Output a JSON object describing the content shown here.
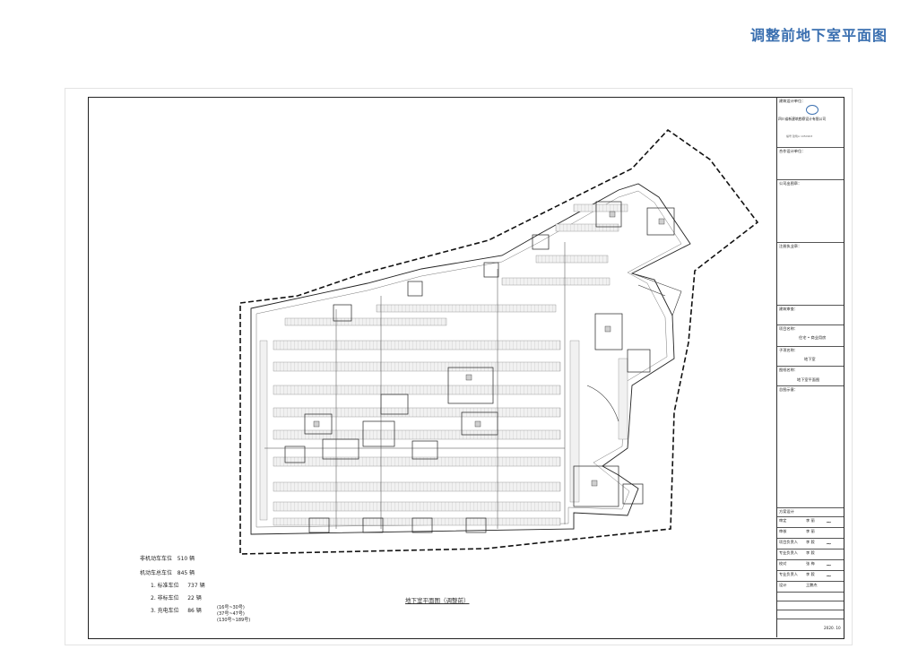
{
  "page": {
    "title": "调整前地下室平面图"
  },
  "plan": {
    "caption": "地下室平面图（调整前）"
  },
  "stats": [
    {
      "label": "非机动车车位",
      "value": "510",
      "unit": "辆"
    },
    {
      "label": "机动车总车位",
      "value": "845",
      "unit": "辆"
    },
    {
      "label": "1. 标准车位",
      "value": "737",
      "unit": "辆"
    },
    {
      "label": "2. 非标车位",
      "value": "22",
      "unit": "辆"
    },
    {
      "label": "3. 充电车位",
      "value": "86",
      "unit": "辆"
    }
  ],
  "stat_notes": [
    "(16号~30号)",
    "(37号~47号)",
    "(130号~189号)"
  ],
  "title_block": {
    "design_unit_label": "建筑设计单位：",
    "company": "四川省新建筑勘察设计有限公司",
    "cert": "编号 建筑A 1050903",
    "partner_label": "合作设计单位：",
    "stamp_label": "公司出图章：",
    "reg_label": "注册执业章：",
    "review_label": "建筑审查：",
    "project_label": "项目名称：",
    "project_value": "住宅 • 商业用房",
    "subitem_label": "子项名称：",
    "subitem_value": "地下室",
    "drawing_label": "图纸名称：",
    "drawing_value": "地下室平面图",
    "notes_label": "总图示意：",
    "design_label": "方案设计",
    "roles": [
      {
        "role": "审定",
        "name": "李 丽"
      },
      {
        "role": "审核",
        "name": "李 丽"
      },
      {
        "role": "项目负责人",
        "name": "李 毅"
      },
      {
        "role": "专业负责人",
        "name": "李 毅"
      },
      {
        "role": "校对",
        "name": "张 梅"
      },
      {
        "role": "专业负责人",
        "name": "李 毅"
      },
      {
        "role": "设计",
        "name": "王鹏杰"
      }
    ],
    "date": "2020. 10"
  }
}
